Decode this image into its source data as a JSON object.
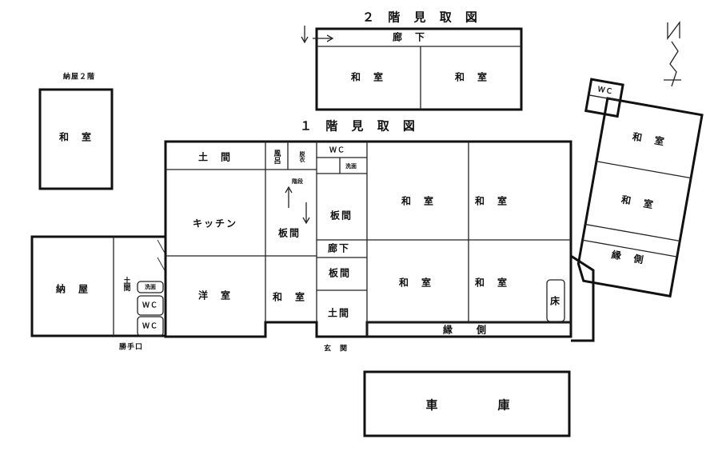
{
  "titles": {
    "floor2": "２ 階 見 取 図",
    "floor1": "１ 階 見 取 図",
    "barn2": "納屋２階"
  },
  "floor2": {
    "corridor": "廊　下",
    "room_left": "和　室",
    "room_right": "和　室"
  },
  "barn2": {
    "room": "和　室"
  },
  "barn": {
    "room": "納　屋",
    "doma": "土間",
    "wash": "洗面",
    "wc1": "ＷＣ",
    "wc2": "ＷＣ",
    "entrance": "勝手口"
  },
  "main": {
    "doma_top": "土　間",
    "kitchen": "キッチン",
    "western": "洋　室",
    "bath": "風呂",
    "dressing": "脱衣",
    "stairs": "階段",
    "board_left": "板間",
    "japanese_small": "和　室",
    "wc": "ＷＣ",
    "wash": "洗面",
    "board_a": "板間",
    "hall": "廊下",
    "board_b": "板間",
    "doma_bottom": "土間",
    "genkan": "玄　関",
    "jr1": "和　室",
    "jr2": "和　室",
    "jr3": "和　室",
    "jr4": "和　室",
    "tokonoma": "床",
    "engawa": "縁　　側"
  },
  "annex": {
    "wc": "ＷＣ",
    "room_top": "和　室",
    "room_mid": "和　室",
    "engawa": "縁　側"
  },
  "garage": {
    "label": "車　庫"
  },
  "north": {
    "letter": "N",
    "icon": "north-arrow-icon"
  }
}
